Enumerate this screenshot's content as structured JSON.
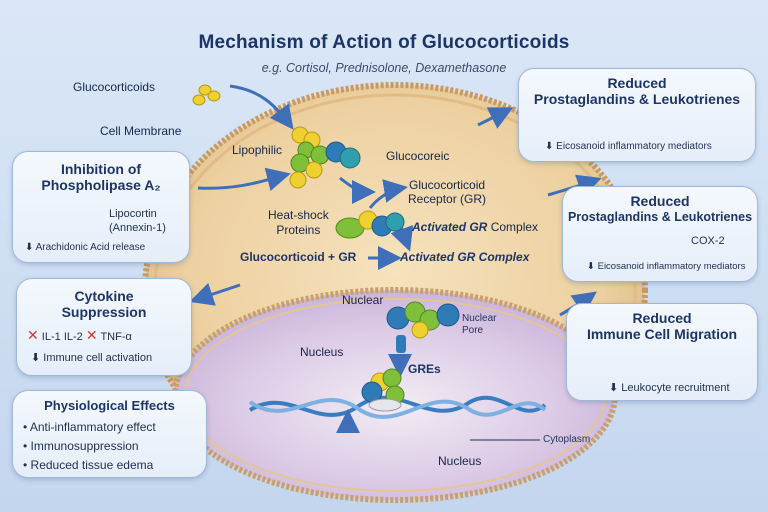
{
  "title": "Mechanism of Action of Glucocorticoids",
  "subtitle": "e.g. Cortisol, Prednisolone, Dexamethasone",
  "labels": {
    "glucocorticoids": "Glucocorticoids",
    "cell_membrane": "Cell Membrane",
    "lipophilic": "Lipophilic",
    "glucocoreic": "Glucocoreic",
    "gr_receptor": "Glucocorticoid\nReceptor (GR)",
    "heat_shock": "Heat-shock\nProteins",
    "activated_gr_italic": "Activated GR",
    "complex_word": " Complex",
    "equation_left": "Glucocorticoid + GR",
    "equation_right": "Activated GR Complex",
    "nuclear": "Nuclear",
    "nuclear_pore": "Nuclear\nPore",
    "nucleus": "Nucleus",
    "gres": "GREs",
    "cytoplasm": "Cytoplasm",
    "nucleus_bottom": "Nucleus"
  },
  "panels": {
    "inhibition": {
      "heading_line1": "Inhibition of",
      "heading_line2": "Phospholipase A₂",
      "item_line1": "Lipocortin",
      "item_line2": "(Annexin-1)",
      "effect": "Arachidonic Acid release"
    },
    "cytokine": {
      "heading_line1": "Cytokine",
      "heading_line2": "Suppression",
      "il1": "IL-1",
      "il2": "IL-2",
      "tnf": "TNF-α",
      "effect": "Immune cell activation"
    },
    "physiological": {
      "heading": "Physiological Effects",
      "items": [
        "Anti-inflammatory effect",
        "Immunosuppression",
        "Reduced tissue edema"
      ]
    },
    "reduced_pg1": {
      "heading_line1": "Reduced",
      "heading_line2": "Prostaglandins & Leukotrienes",
      "effect": "Eicosanoid inflammatory mediators"
    },
    "reduced_pg2": {
      "heading_line1": "Reduced",
      "heading_line2": "Prostaglandins & Leukotrienes",
      "cox": "COX-2",
      "effect": "Eicosanoid inflammatory mediators"
    },
    "immune": {
      "heading_line1": "Reduced",
      "heading_line2": "Immune Cell Migration",
      "effect": "Leukocyte recruitment"
    }
  },
  "colors": {
    "title": "#1d3566",
    "membrane": "#e8cfa0",
    "nucleus": "#d8c6e6",
    "arrow": "#3f6fb8",
    "cross": "#d03a3a",
    "protein_green": "#7fbf3a",
    "protein_yellow": "#f0d030",
    "protein_blue": "#2f7bb8"
  },
  "arrow_symbol": "⬇",
  "cross_symbol": "✕"
}
